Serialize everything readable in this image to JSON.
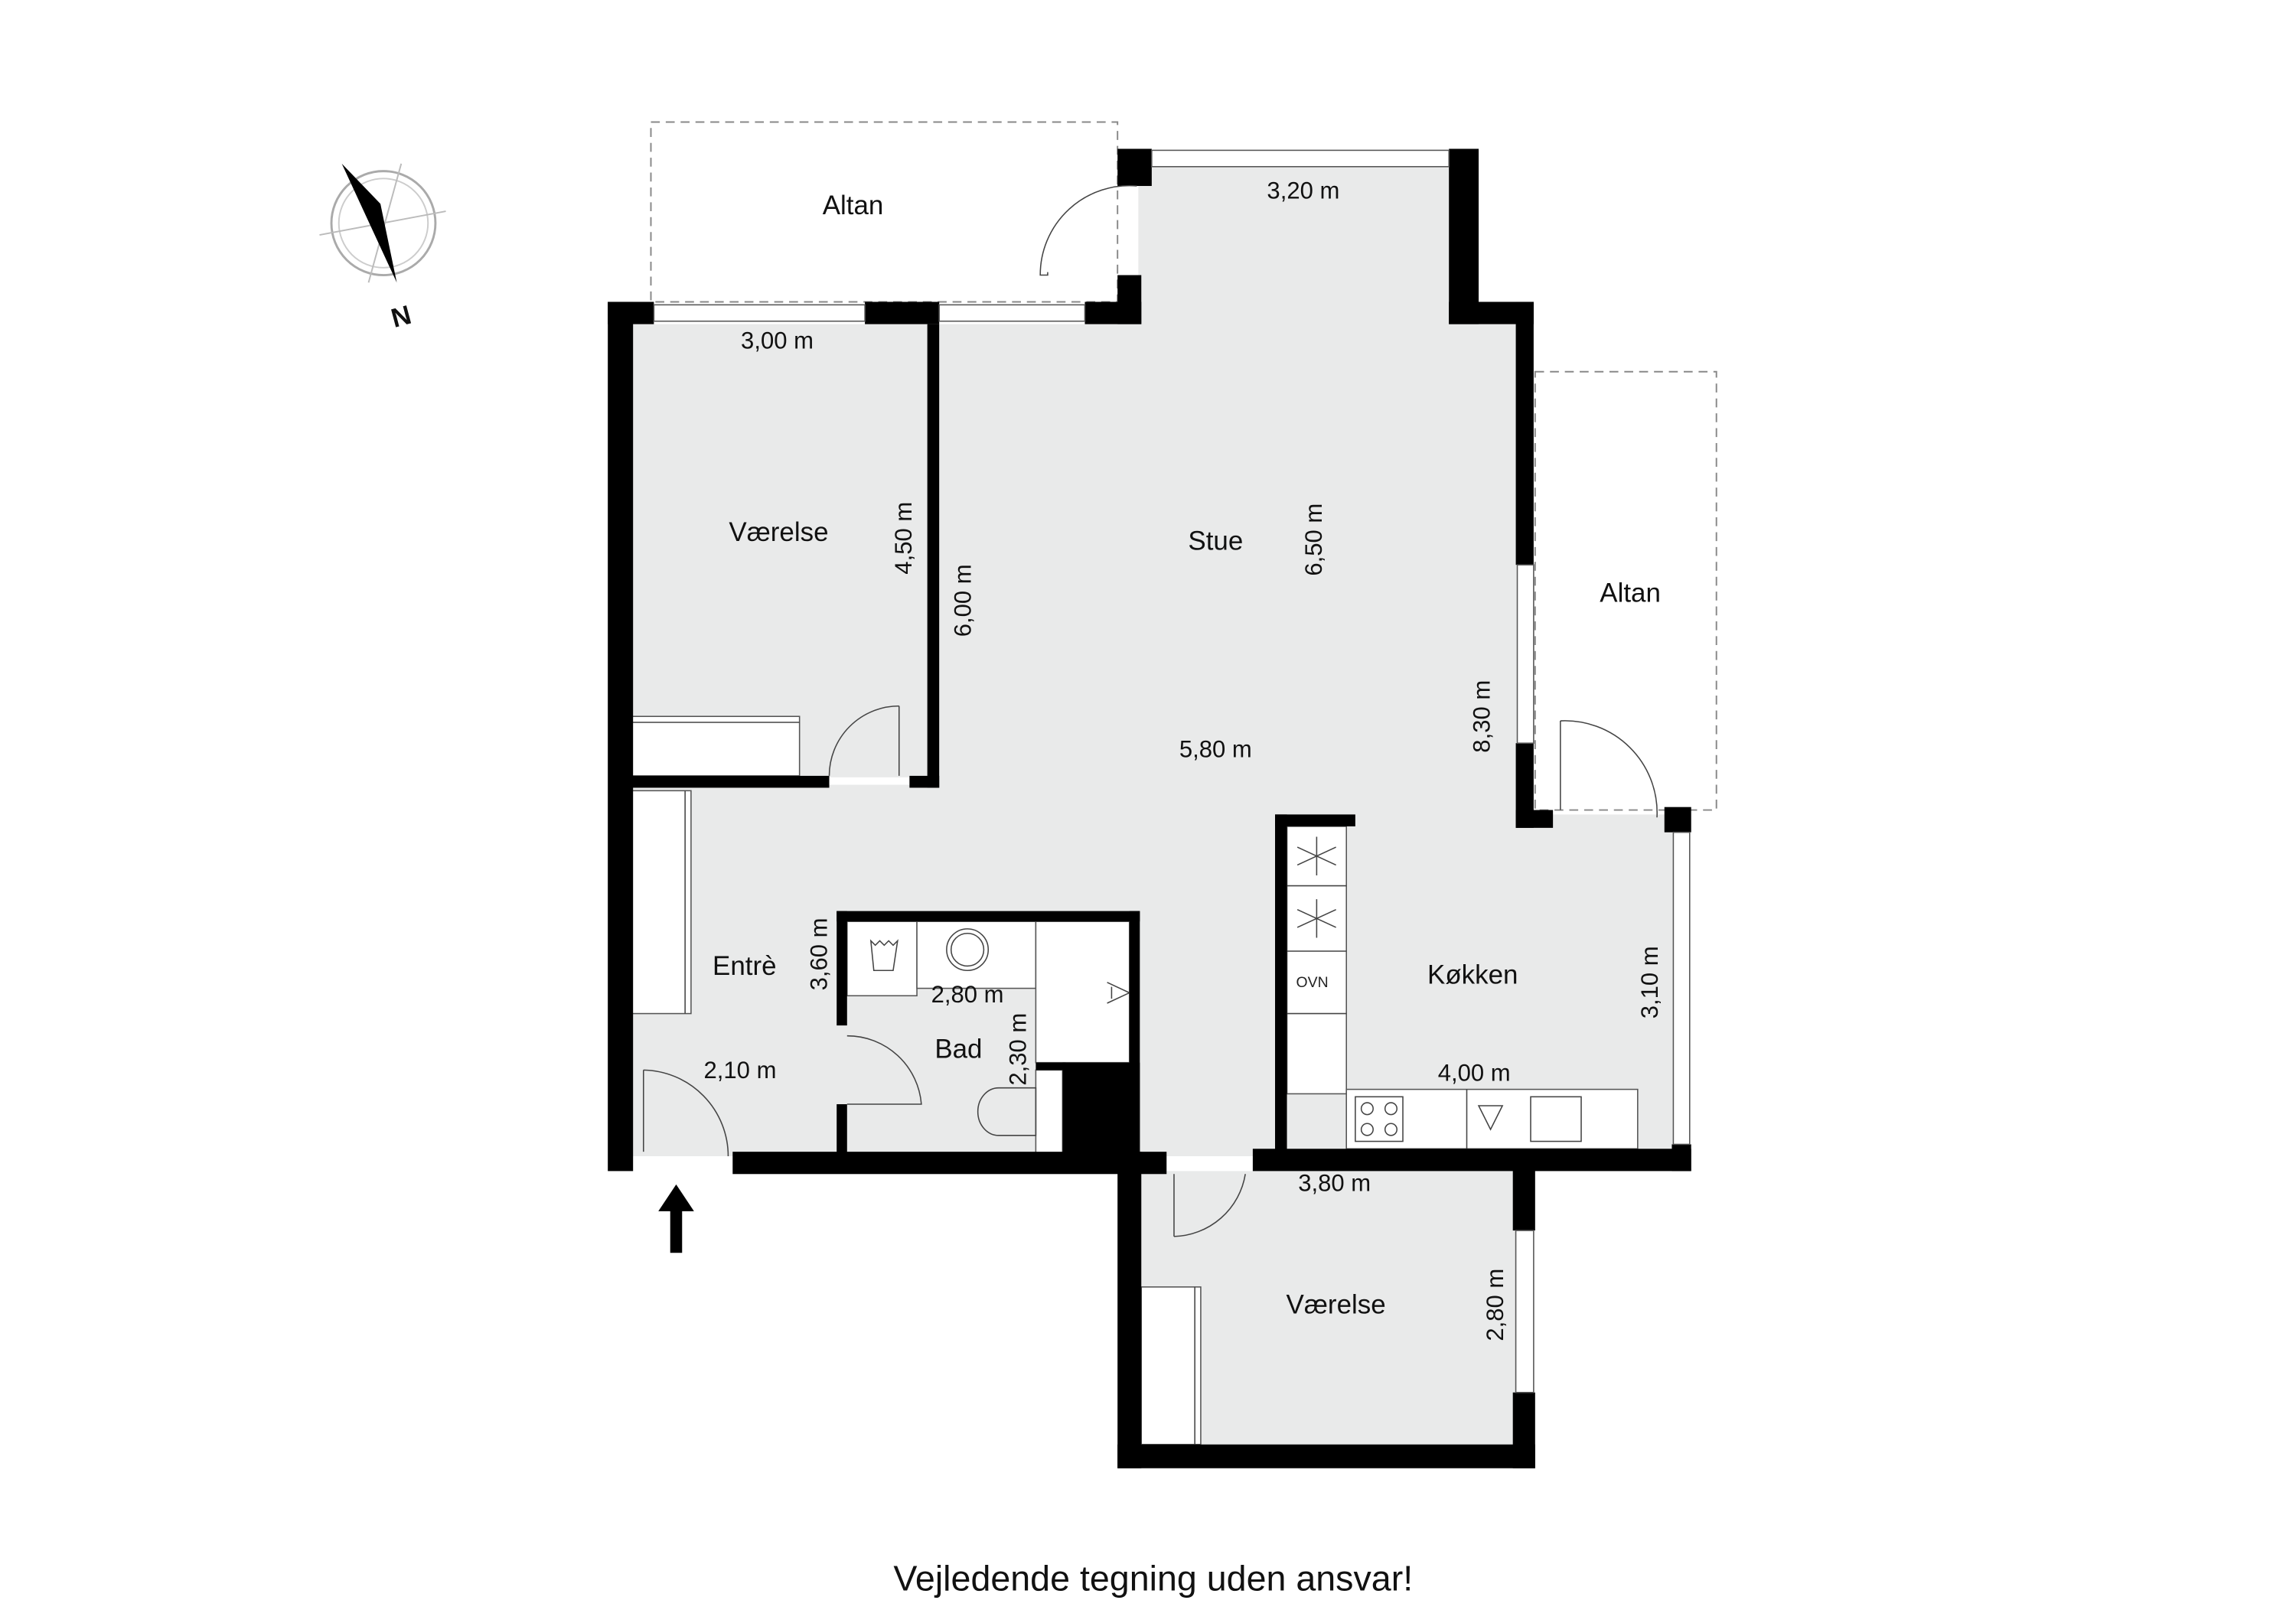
{
  "plan": {
    "rooms": [
      {
        "name": "Altan",
        "dims": []
      },
      {
        "name": "Altan",
        "dims": []
      },
      {
        "name": "Værelse",
        "dims": [
          "3,00 m",
          "4,50 m"
        ]
      },
      {
        "name": "Stue",
        "dims": [
          "3,20 m",
          "6,50 m",
          "6,00 m",
          "5,80 m",
          "8,30 m"
        ]
      },
      {
        "name": "Køkken",
        "dims": [
          "4,00 m",
          "3,10 m"
        ]
      },
      {
        "name": "Entrè",
        "dims": [
          "3,60 m",
          "2,10 m"
        ]
      },
      {
        "name": "Bad",
        "dims": [
          "2,80 m",
          "2,30 m"
        ]
      },
      {
        "name": "Værelse",
        "dims": [
          "3,80 m",
          "2,80 m"
        ]
      }
    ],
    "appliance_oven": "OVN",
    "compass_north": "N",
    "entrance_marker": "arrow-up-icon"
  },
  "caption": "Vejledende tegning uden ansvar!",
  "colors": {
    "floor": "#e9eaea",
    "wall": "#000000"
  }
}
